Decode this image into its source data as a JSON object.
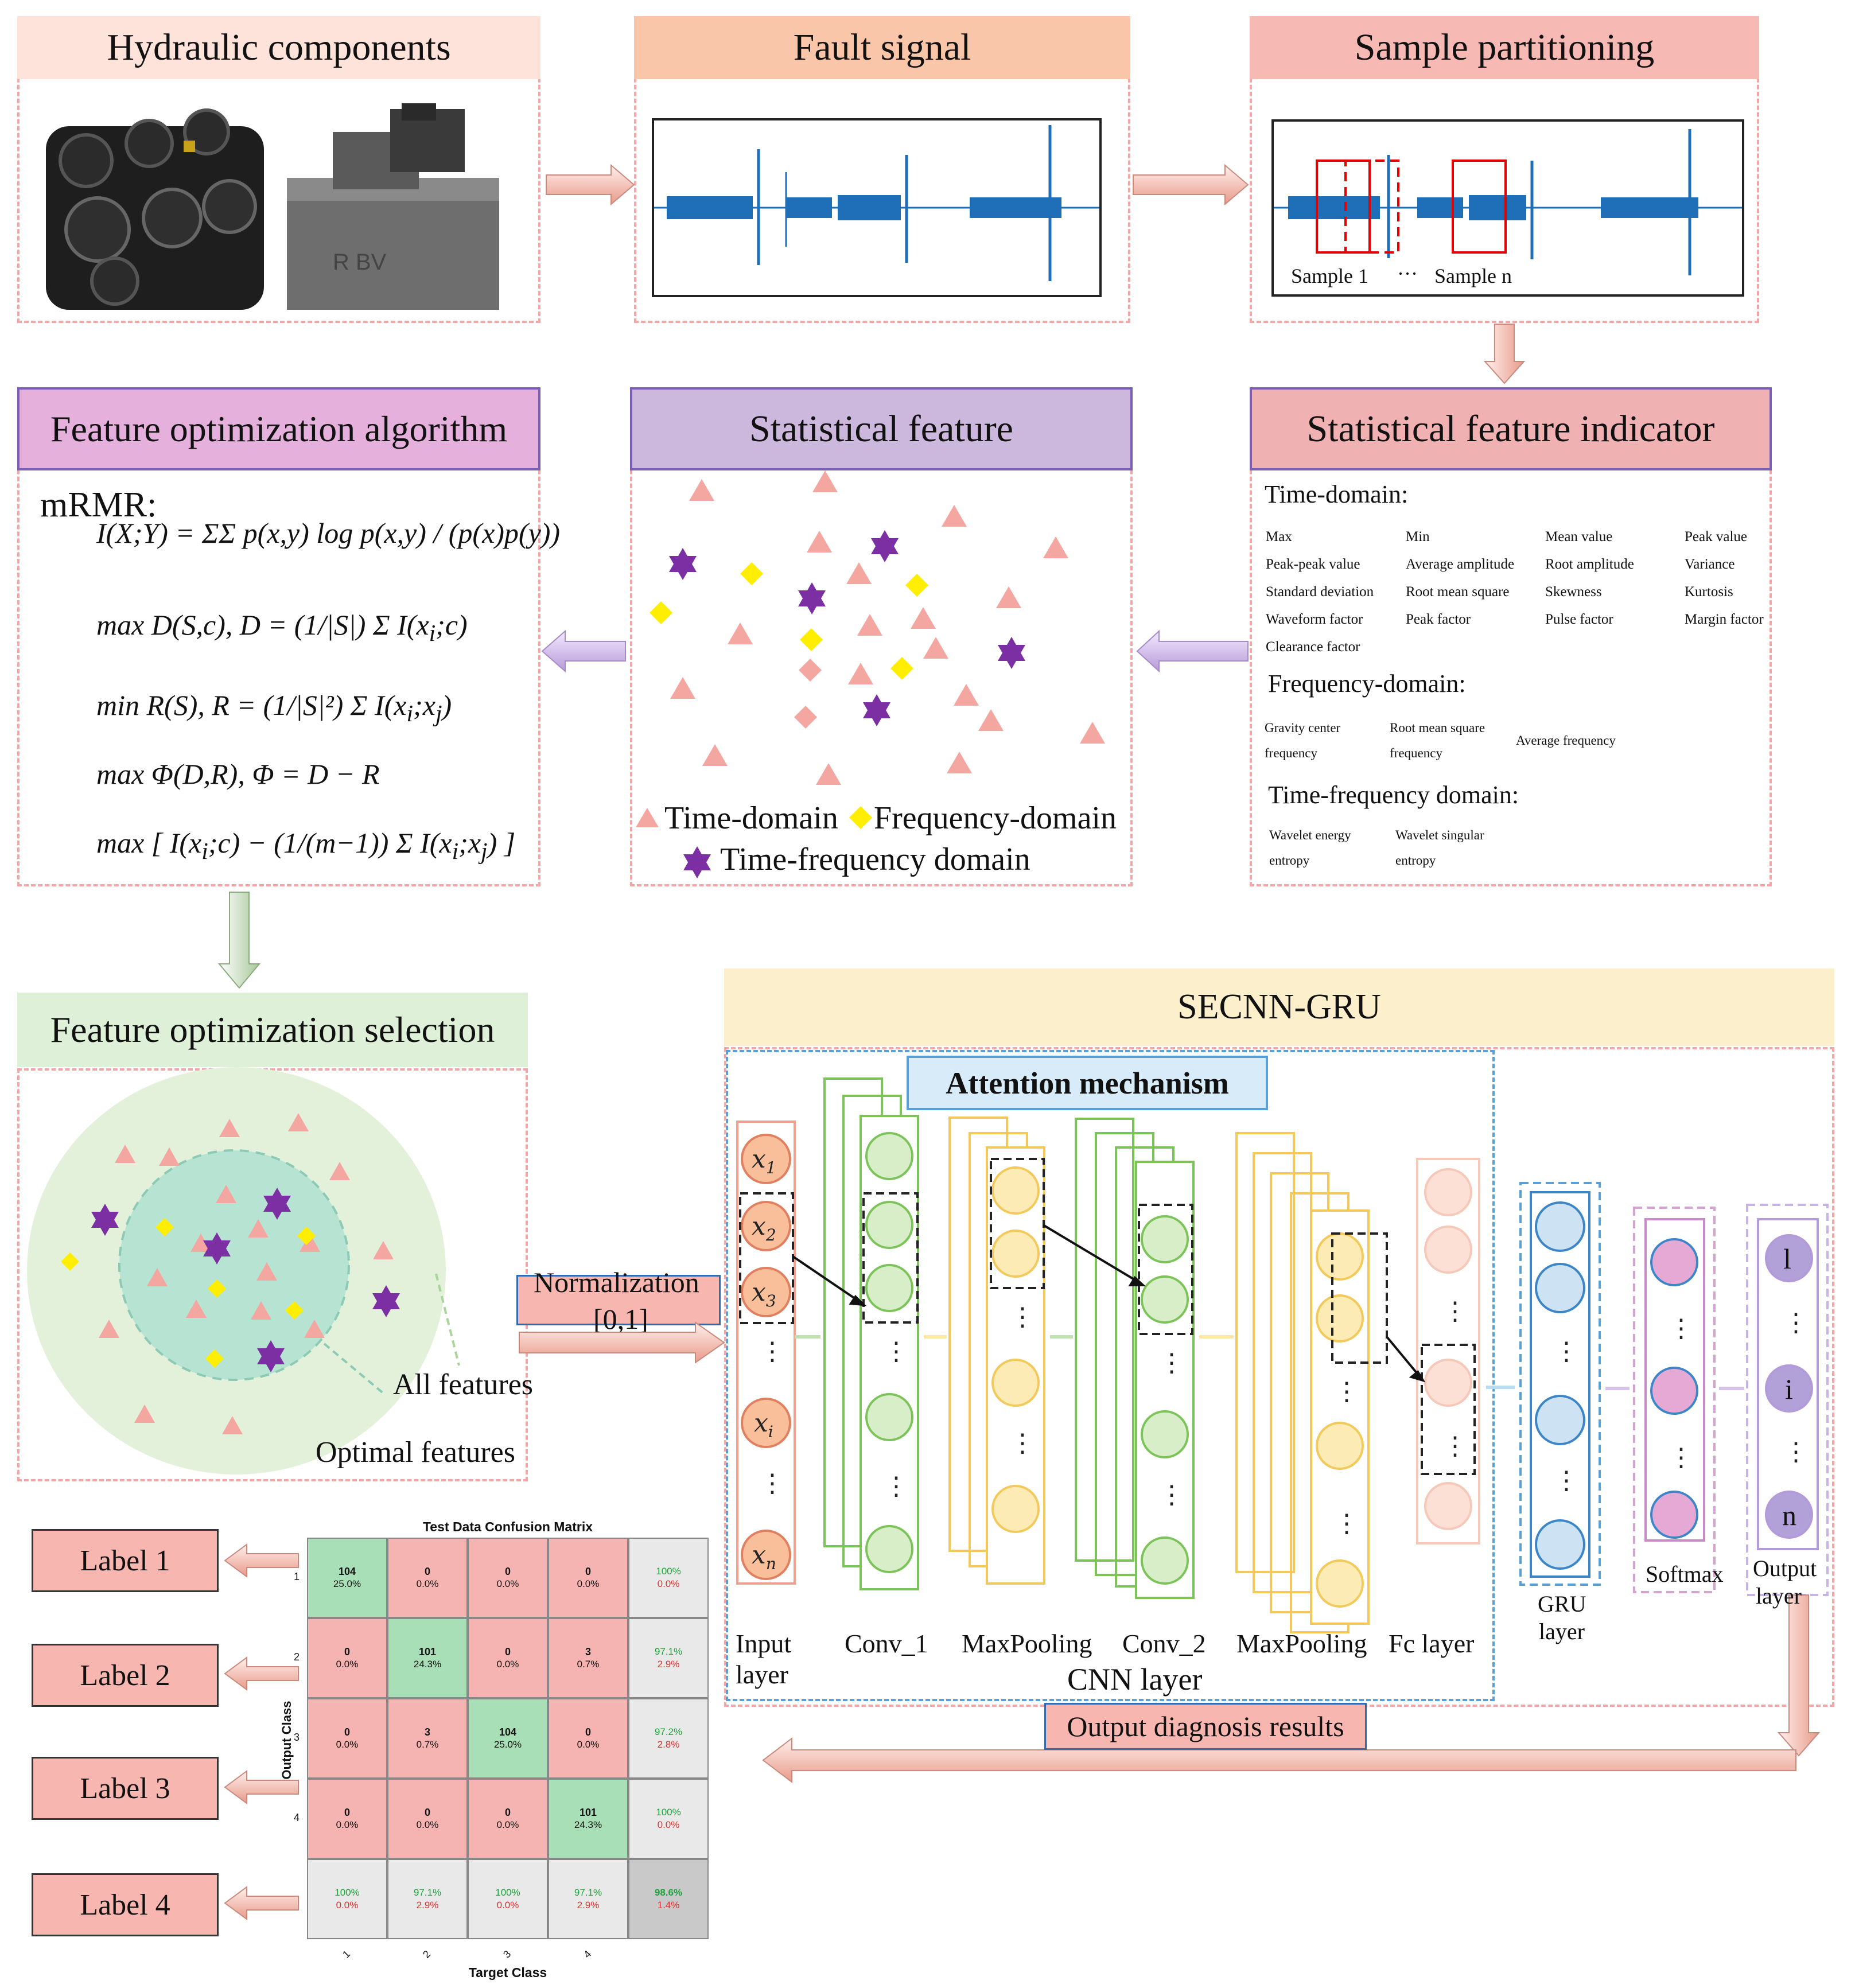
{
  "colors": {
    "panel_border": "#f2a6a6",
    "hdr_hydraulic": "#fde3da",
    "hdr_fault": "#f9c6a9",
    "hdr_sample": "#f7b9b4",
    "hdr_feature_opt": "#e6b0dd",
    "hdr_stat_feature": "#cdb8dd",
    "hdr_indicator": "#efb1b1",
    "hdr_selection": "#dff0d8",
    "hdr_secnn": "#fcf0cc",
    "signal": "#1f6fb8",
    "triangle": "#f4a7a0",
    "diamond": "#ffee00",
    "star": "#7b2fa3"
  },
  "top": {
    "hydraulic": "Hydraulic components",
    "fault": "Fault signal",
    "sample": "Sample partitioning",
    "sample1": "Sample 1",
    "dots": "···",
    "samplen": "Sample n"
  },
  "middle": {
    "feature_opt": "Feature optimization algorithm",
    "stat_feature": "Statistical feature",
    "indicator": "Statistical feature indicator",
    "mrmr": "mRMR:",
    "legend_time": "Time-domain",
    "legend_freq": "Frequency-domain",
    "legend_tf": "Time-frequency domain",
    "time_domain_title": "Time-domain:",
    "time_features": [
      "Max",
      "Min",
      "Mean value",
      "Peak value",
      "Peak-peak value",
      "Average amplitude",
      "Root amplitude",
      "Variance",
      "Standard deviation",
      "Root mean square",
      "Skewness",
      "Kurtosis",
      "Waveform factor",
      "Peak factor",
      "Pulse factor",
      "Margin factor",
      "Clearance factor"
    ],
    "freq_domain_title": "Frequency-domain:",
    "freq_features": [
      "Gravity center",
      "frequency",
      "Root mean square",
      "frequency",
      "Average frequency"
    ],
    "tf_domain_title": "Time-frequency domain:",
    "tf_features": [
      "Wavelet energy",
      "entropy",
      "Wavelet singular",
      "entropy"
    ]
  },
  "selection": {
    "title": "Feature optimization selection",
    "all": "All features",
    "optimal": "Optimal features",
    "normalization": "Normalization",
    "range": "[0,1]"
  },
  "network": {
    "title": "SECNN-GRU",
    "attention": "Attention mechanism",
    "input_layer": "Input",
    "input_layer2": "layer",
    "conv1": "Conv_1",
    "maxpool1": "MaxPooling",
    "conv2": "Conv_2",
    "maxpool2": "MaxPooling",
    "fc": "Fc layer",
    "cnn": "CNN layer",
    "gru": "GRU",
    "gru2": "layer",
    "softmax": "Softmax",
    "output": "Output",
    "output2": "layer",
    "out_1": "l",
    "out_i": "i",
    "out_n": "n",
    "results": "Output diagnosis results"
  },
  "labels": [
    "Label 1",
    "Label 2",
    "Label 3",
    "Label 4"
  ],
  "confusion": {
    "title": "Test Data Confusion Matrix",
    "xlabel": "Target Class",
    "ylabel": "Output Class",
    "ticks": [
      "1",
      "2",
      "3",
      "4"
    ],
    "cells": [
      [
        [
          "104",
          "25.0%"
        ],
        [
          "0",
          "0.0%"
        ],
        [
          "0",
          "0.0%"
        ],
        [
          "0",
          "0.0%"
        ],
        [
          "100%",
          "0.0%"
        ]
      ],
      [
        [
          "0",
          "0.0%"
        ],
        [
          "101",
          "24.3%"
        ],
        [
          "0",
          "0.0%"
        ],
        [
          "3",
          "0.7%"
        ],
        [
          "97.1%",
          "2.9%"
        ]
      ],
      [
        [
          "0",
          "0.0%"
        ],
        [
          "3",
          "0.7%"
        ],
        [
          "104",
          "25.0%"
        ],
        [
          "0",
          "0.0%"
        ],
        [
          "97.2%",
          "2.8%"
        ]
      ],
      [
        [
          "0",
          "0.0%"
        ],
        [
          "0",
          "0.0%"
        ],
        [
          "0",
          "0.0%"
        ],
        [
          "101",
          "24.3%"
        ],
        [
          "100%",
          "0.0%"
        ]
      ],
      [
        [
          "100%",
          "0.0%"
        ],
        [
          "97.1%",
          "2.9%"
        ],
        [
          "100%",
          "0.0%"
        ],
        [
          "97.1%",
          "2.9%"
        ],
        [
          "98.6%",
          "1.4%"
        ]
      ]
    ]
  }
}
